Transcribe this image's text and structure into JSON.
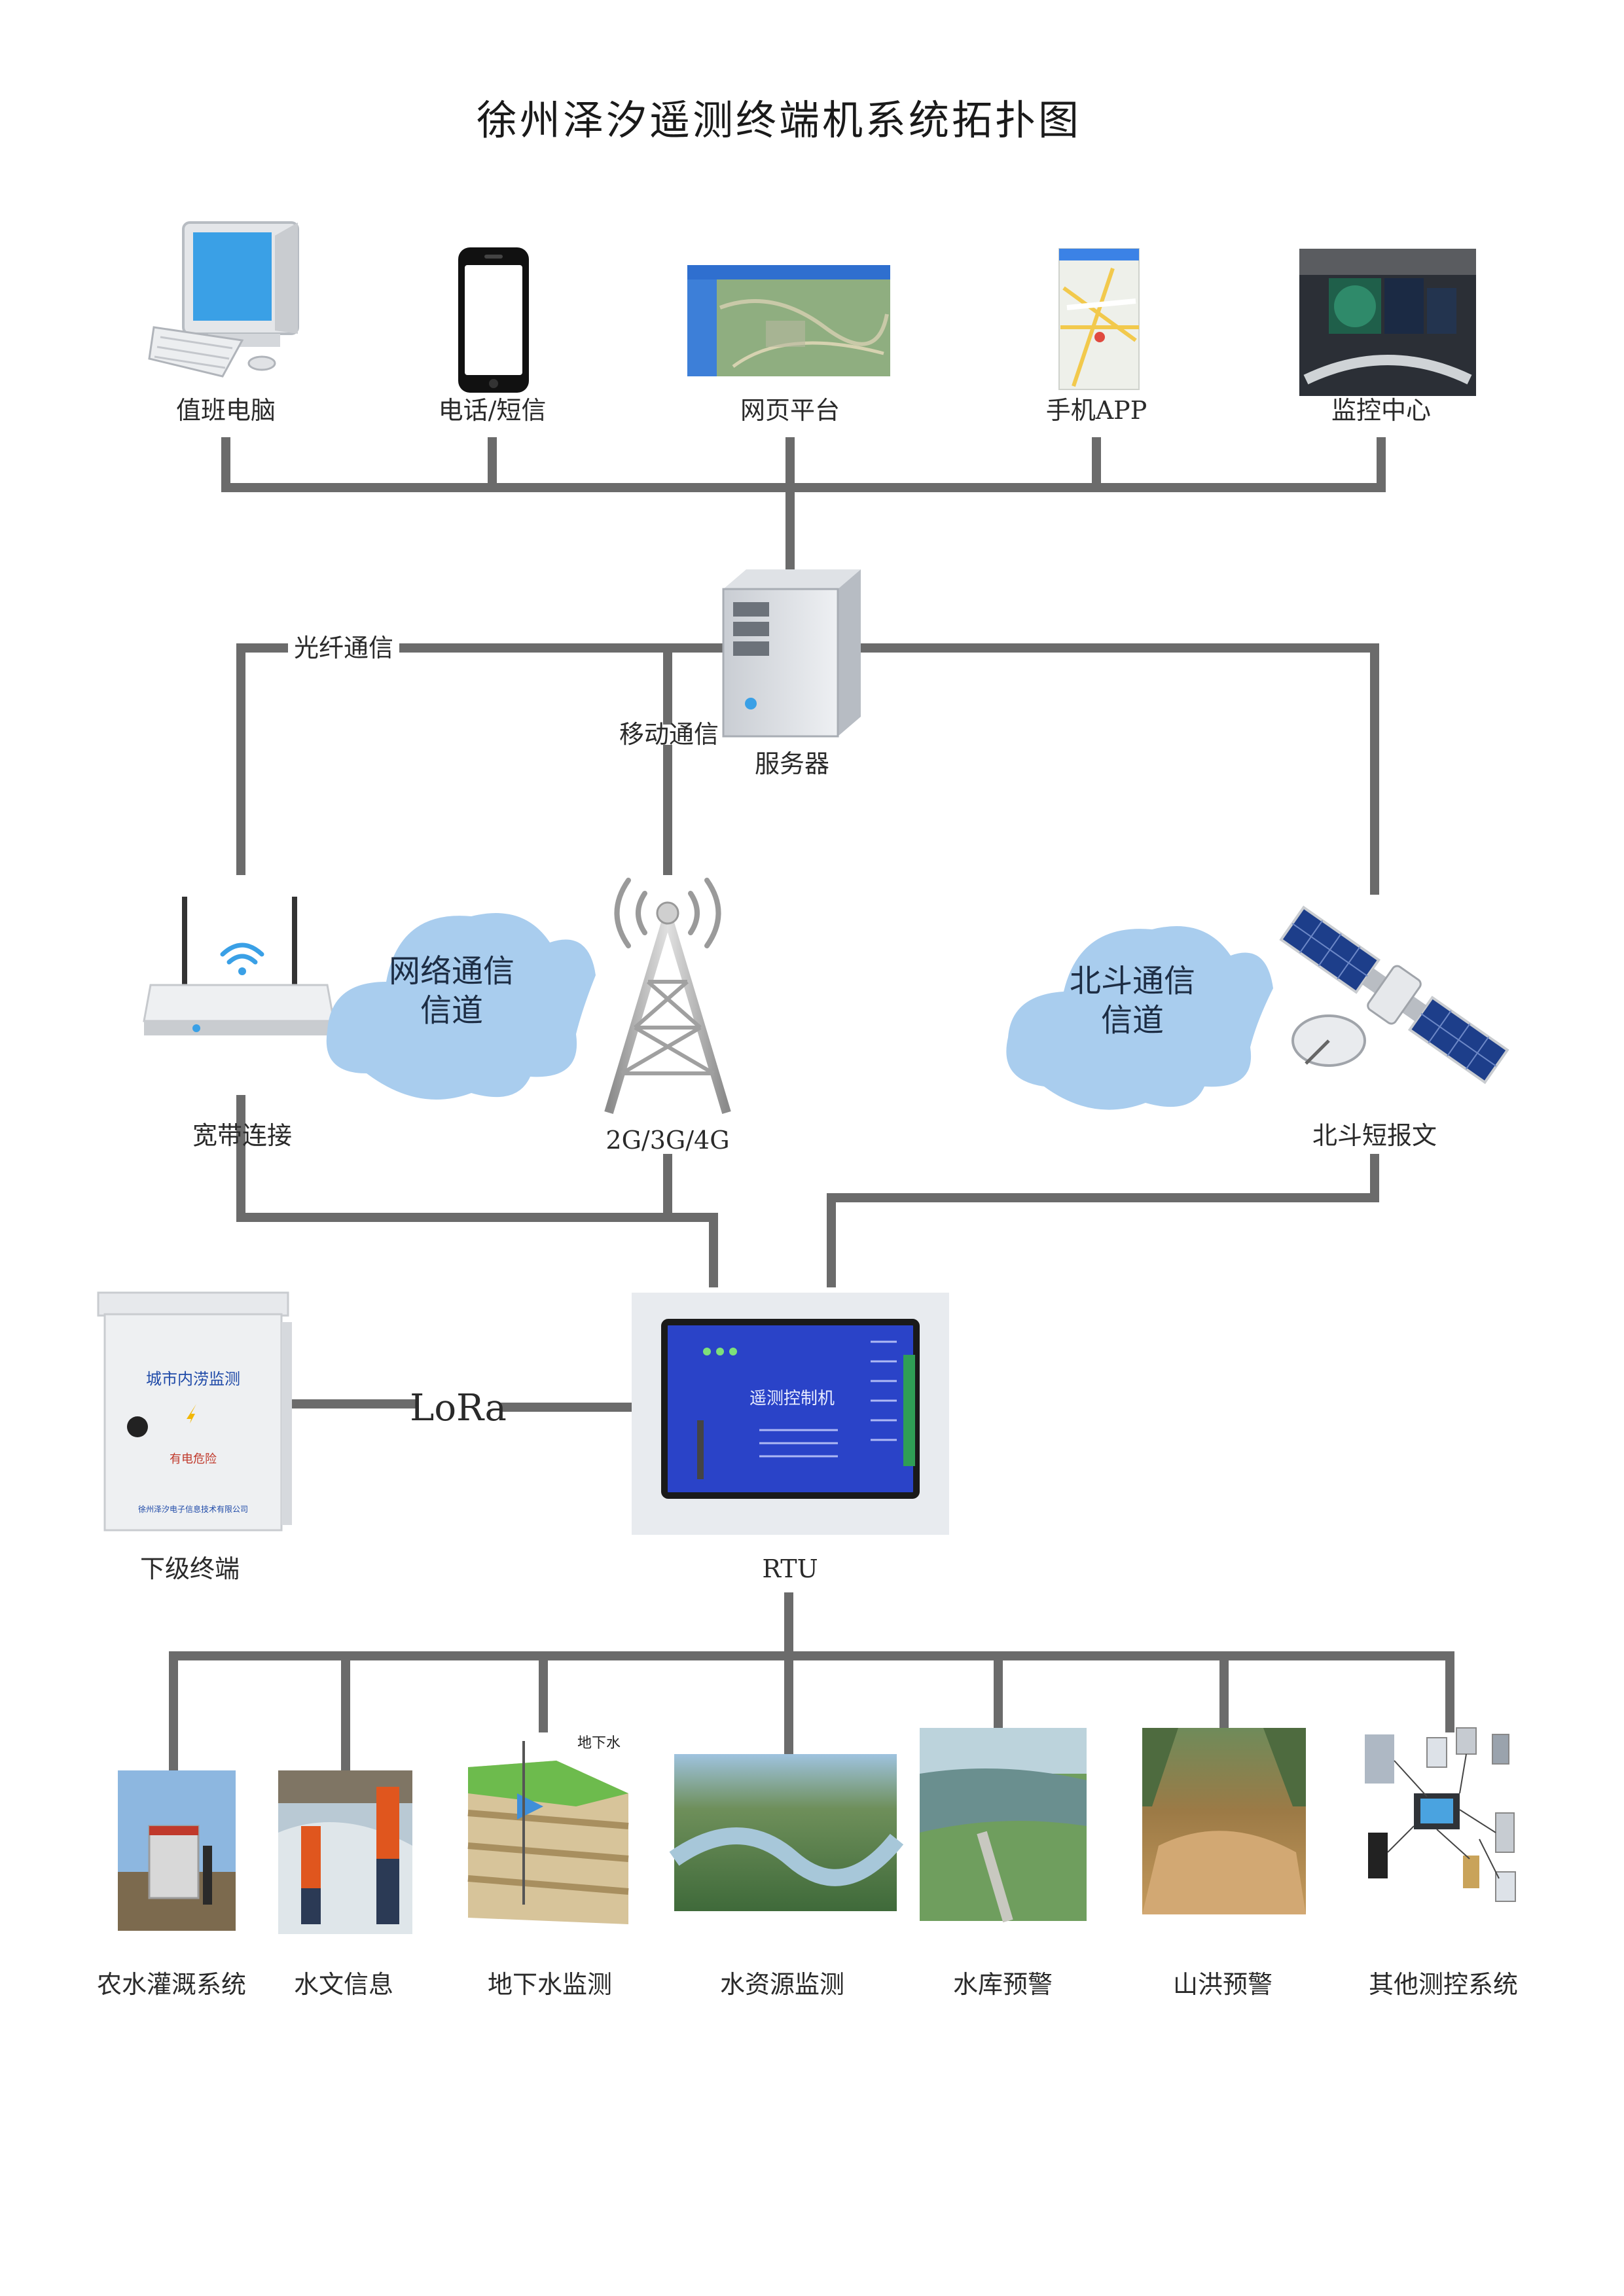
{
  "title": "徐州泽汐遥测终端机系统拓扑图",
  "top_devices": [
    {
      "label": "值班电脑",
      "icon": "desktop-computer-icon"
    },
    {
      "label": "电话/短信",
      "icon": "smartphone-icon"
    },
    {
      "label": "网页平台",
      "icon": "web-platform-screenshot"
    },
    {
      "label": "手机APP",
      "icon": "mobile-app-map-screenshot"
    },
    {
      "label": "监控中心",
      "icon": "monitoring-center-photo"
    }
  ],
  "server": {
    "label": "服务器",
    "icon": "server-tower-icon"
  },
  "channels": {
    "fiber": "光纤通信",
    "mobile": "移动通信",
    "network_cloud": [
      "网络通信",
      "信道"
    ],
    "beidou_cloud": [
      "北斗通信",
      "信道"
    ],
    "broadband": "宽带连接",
    "cellular": "2G/3G/4G",
    "beidou_sms": "北斗短报文",
    "lora": "LoRa"
  },
  "rtu": {
    "label": "RTU",
    "panel_title": "遥测控制机"
  },
  "sub_terminal": {
    "label": "下级终端",
    "cabinet_title": "城市内涝监测",
    "warning": "有电危险",
    "company": "徐州泽汐电子信息技术有限公司"
  },
  "applications": [
    {
      "label": "农水灌溉系统",
      "icon": "irrigation-photo"
    },
    {
      "label": "水文信息",
      "icon": "hydrology-photo"
    },
    {
      "label": "地下水监测",
      "icon": "groundwater-diagram",
      "caption": "地下水"
    },
    {
      "label": "水资源监测",
      "icon": "river-aerial-photo"
    },
    {
      "label": "水库预警",
      "icon": "reservoir-photo"
    },
    {
      "label": "山洪预警",
      "icon": "flood-photo"
    },
    {
      "label": "其他测控系统",
      "icon": "system-devices-diagram"
    }
  ],
  "colors": {
    "line": "#6b6b6b",
    "cloud": "#a9cdee",
    "rtu_panel": "#2a43c8",
    "screen_blue": "#3aa0e6"
  }
}
